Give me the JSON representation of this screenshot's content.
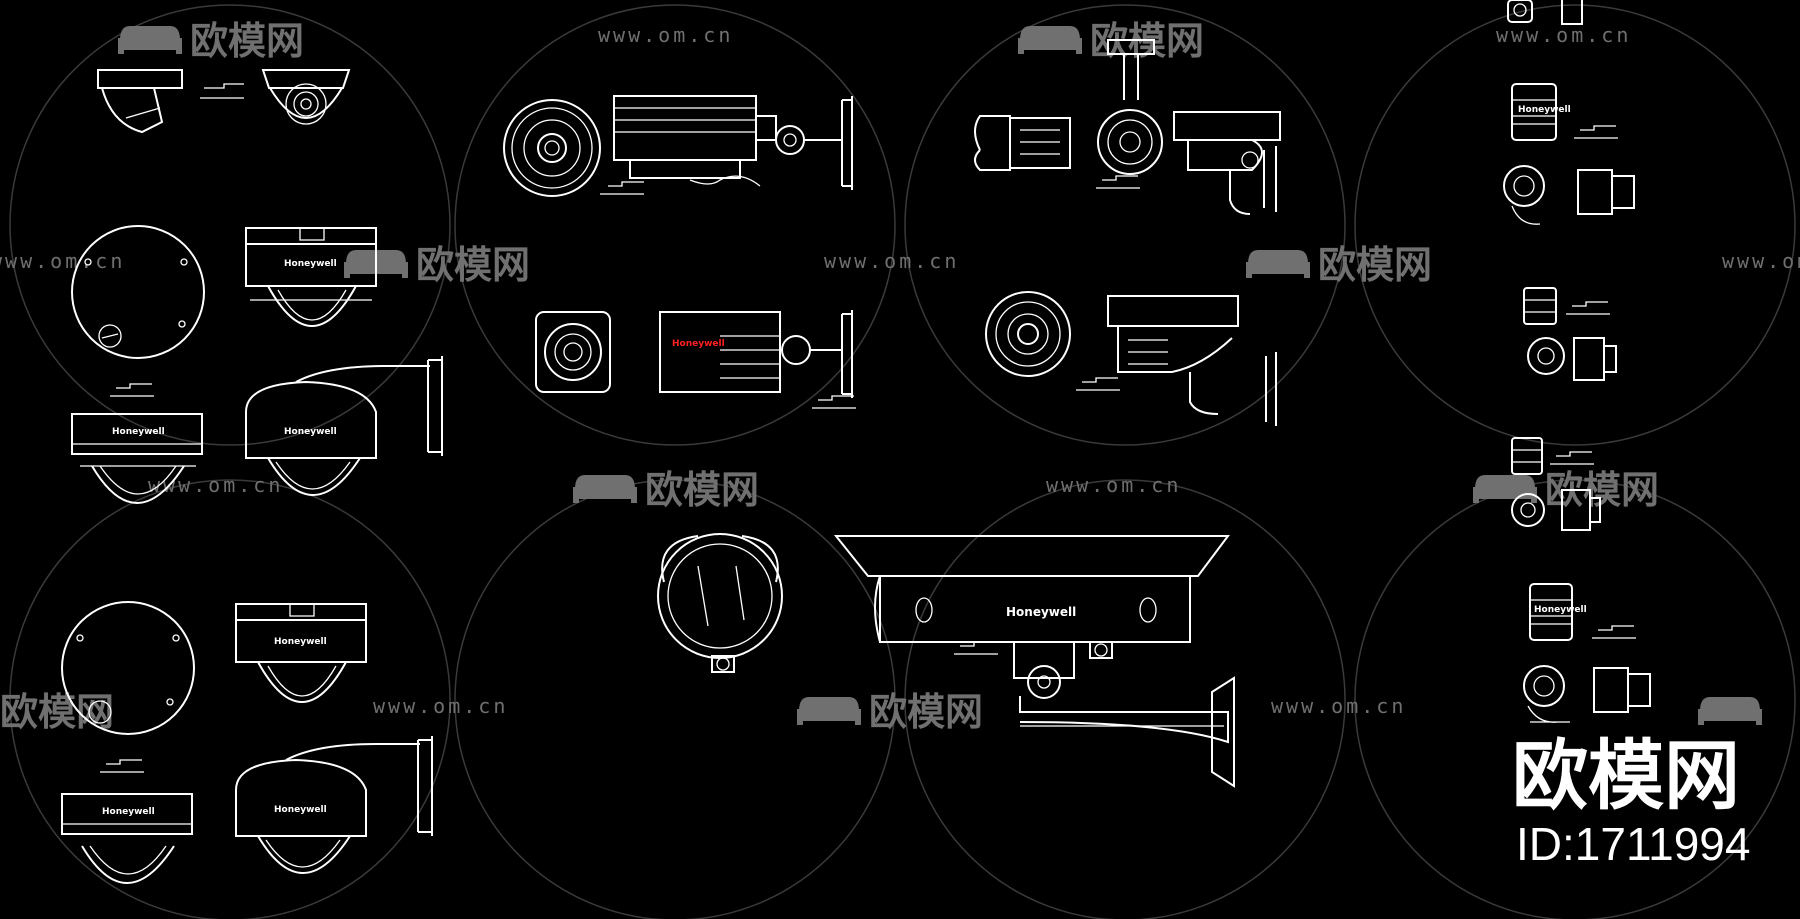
{
  "watermark": {
    "site": "www.om.cn",
    "brand": "欧模网"
  },
  "drawing": {
    "brand_label": "Honeywell"
  },
  "logo": {
    "brand": "欧模网",
    "id_text": "ID:1711994"
  },
  "colors": {
    "background": "#000000",
    "lines": "#ffffff",
    "watermark": "#707070",
    "brand_highlight": "#ff2020"
  },
  "icons": [
    "sofa-logo-icon",
    "dome-camera-icon",
    "bullet-camera-icon",
    "housing-camera-icon",
    "box-camera-icon"
  ]
}
